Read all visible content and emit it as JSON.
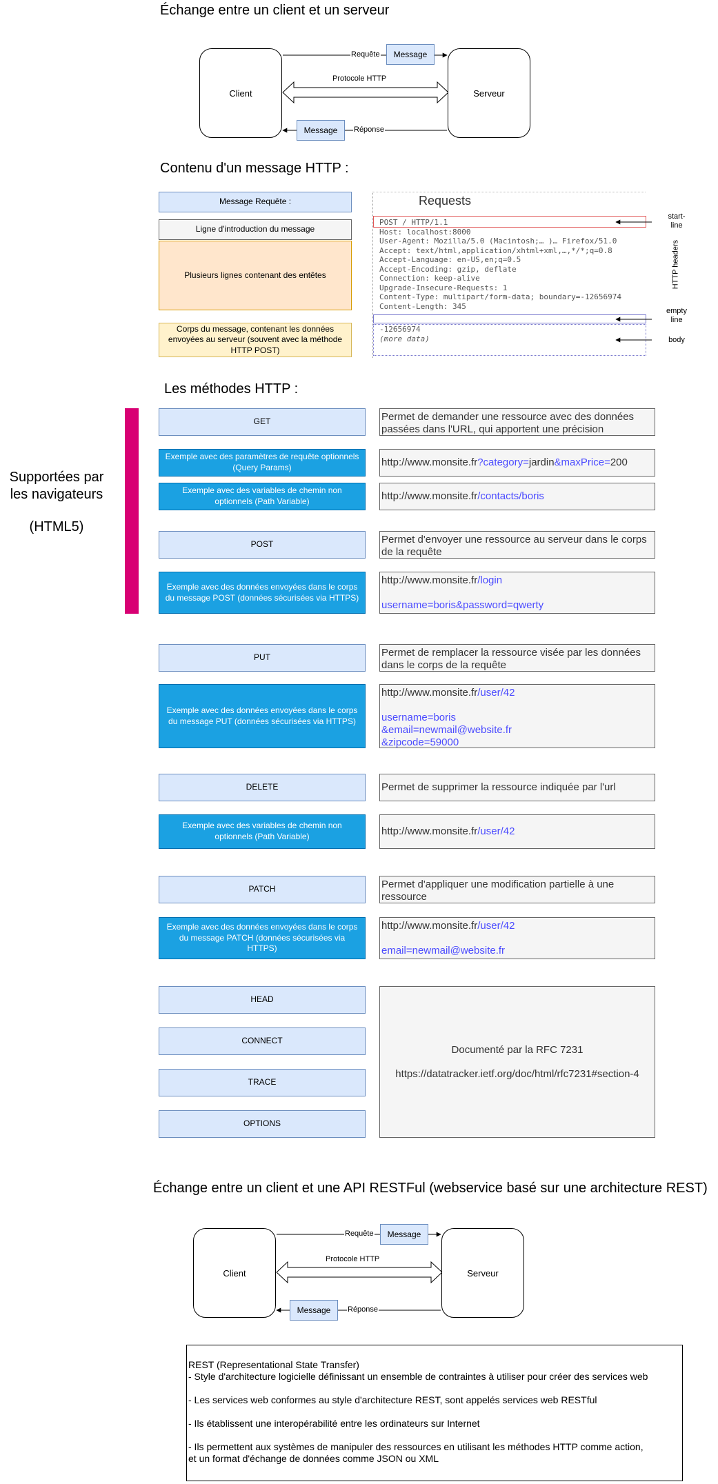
{
  "section1": {
    "title": "Échange entre un client et un serveur",
    "client": "Client",
    "server": "Serveur",
    "request_label": "Requête",
    "response_label": "Réponse",
    "message": "Message",
    "protocol": "Protocole HTTP"
  },
  "section2": {
    "title": "Contenu d'un message HTTP :",
    "parts": {
      "request_msg": "Message Requête :",
      "start_line": "Ligne d'introduction du message",
      "headers": "Plusieurs lignes contenant des entêtes",
      "body": "Corps du message, contenant les données envoyées au serveur (souvent avec la méthode HTTP POST)"
    },
    "requests_title": "Requests",
    "request_lines": [
      "POST / HTTP/1.1",
      "Host: localhost:8000",
      "User-Agent: Mozilla/5.0 (Macintosh;… )… Firefox/51.0",
      "Accept: text/html,application/xhtml+xml,…,*/*;q=0.8",
      "Accept-Language: en-US,en;q=0.5",
      "Accept-Encoding: gzip, deflate",
      "Connection: keep-alive",
      "Upgrade-Insecure-Requests: 1",
      "Content-Type: multipart/form-data; boundary=-12656974",
      "Content-Length: 345"
    ],
    "body_lines": [
      "-12656974",
      "(more data)"
    ],
    "annotations": {
      "start_line": "start-\nline",
      "headers": "HTTP headers",
      "empty_line": "empty\nline",
      "body": "body"
    }
  },
  "section3": {
    "title": "Les méthodes HTTP :",
    "browser_note": "Supportées par les navigateurs",
    "browser_note2": "(HTML5)",
    "accent_color": "#d80073",
    "get": {
      "method": "GET",
      "desc": "Permet de demander une ressource avec des données passées dans l'URL, qui apportent une précision",
      "ex1_label": "Exemple avec des paramètres de requête optionnels (Query Params)",
      "ex1_url": "http://www.monsite.fr",
      "ex1_p1": "?category=",
      "ex1_v1": "jardin",
      "ex1_p2": "&maxPrice=",
      "ex1_v2": "200",
      "ex2_label": "Exemple avec des variables de chemin non optionnels (Path Variable)",
      "ex2_url": "http://www.monsite.fr",
      "ex2_path": "/contacts/boris"
    },
    "post": {
      "method": "POST",
      "desc": "Permet d'envoyer une ressource au serveur dans le corps de la requête",
      "ex_label": "Exemple avec des données envoyées dans le corps du message POST (données sécurisées via HTTPS)",
      "ex_url": "http://www.monsite.fr",
      "ex_path": "/login",
      "ex_body": "username=boris&password=qwerty"
    },
    "put": {
      "method": "PUT",
      "desc": "Permet de remplacer la ressource visée par les données dans le corps de la requête",
      "ex_label": "Exemple avec des données envoyées dans le corps du message PUT (données sécurisées via HTTPS)",
      "ex_url": "http://www.monsite.fr",
      "ex_path": "/user/42",
      "ex_body1": "username=boris",
      "ex_body2": "&email=newmail@website.fr",
      "ex_body3": "&zipcode=59000"
    },
    "delete": {
      "method": "DELETE",
      "desc": "Permet de supprimer la ressource indiquée par l'url",
      "ex_label": "Exemple avec des variables de chemin non optionnels (Path Variable)",
      "ex_url": "http://www.monsite.fr",
      "ex_path": "/user/42"
    },
    "patch": {
      "method": "PATCH",
      "desc": "Permet d'appliquer une modification partielle à une ressource",
      "ex_label": "Exemple avec des données envoyées dans le corps du message PATCH (données sécurisées via HTTPS)",
      "ex_url": "http://www.monsite.fr",
      "ex_path": "/user/42",
      "ex_body": "email=newmail@website.fr"
    },
    "others": [
      "HEAD",
      "CONNECT",
      "TRACE",
      "OPTIONS"
    ],
    "rfc_text": "Documenté par la RFC 7231",
    "rfc_url": "https://datatracker.ietf.org/doc/html/rfc7231#section-4"
  },
  "section4": {
    "title": "Échange entre un client et une API RESTFul (webservice basé sur une architecture REST)",
    "client": "Client",
    "server": "Serveur",
    "request_label": "Requête",
    "response_label": "Réponse",
    "message": "Message",
    "protocol": "Protocole HTTP"
  },
  "rest": {
    "title": "REST (Representational State Transfer)",
    "line1": "- Style d'architecture logicielle définissant un ensemble de contraintes à utiliser pour créer des services web",
    "line2": "- Les services web conformes au style d'architecture REST, sont appelés services web RESTful",
    "line3": "- Ils établissent une interopérabilité entre les ordinateurs sur Internet",
    "line4": "- Ils permettent aux systèmes de manipuler des ressources en utilisant les méthodes HTTP comme action,",
    "line5": "et un format d'échange de données comme JSON ou XML"
  }
}
